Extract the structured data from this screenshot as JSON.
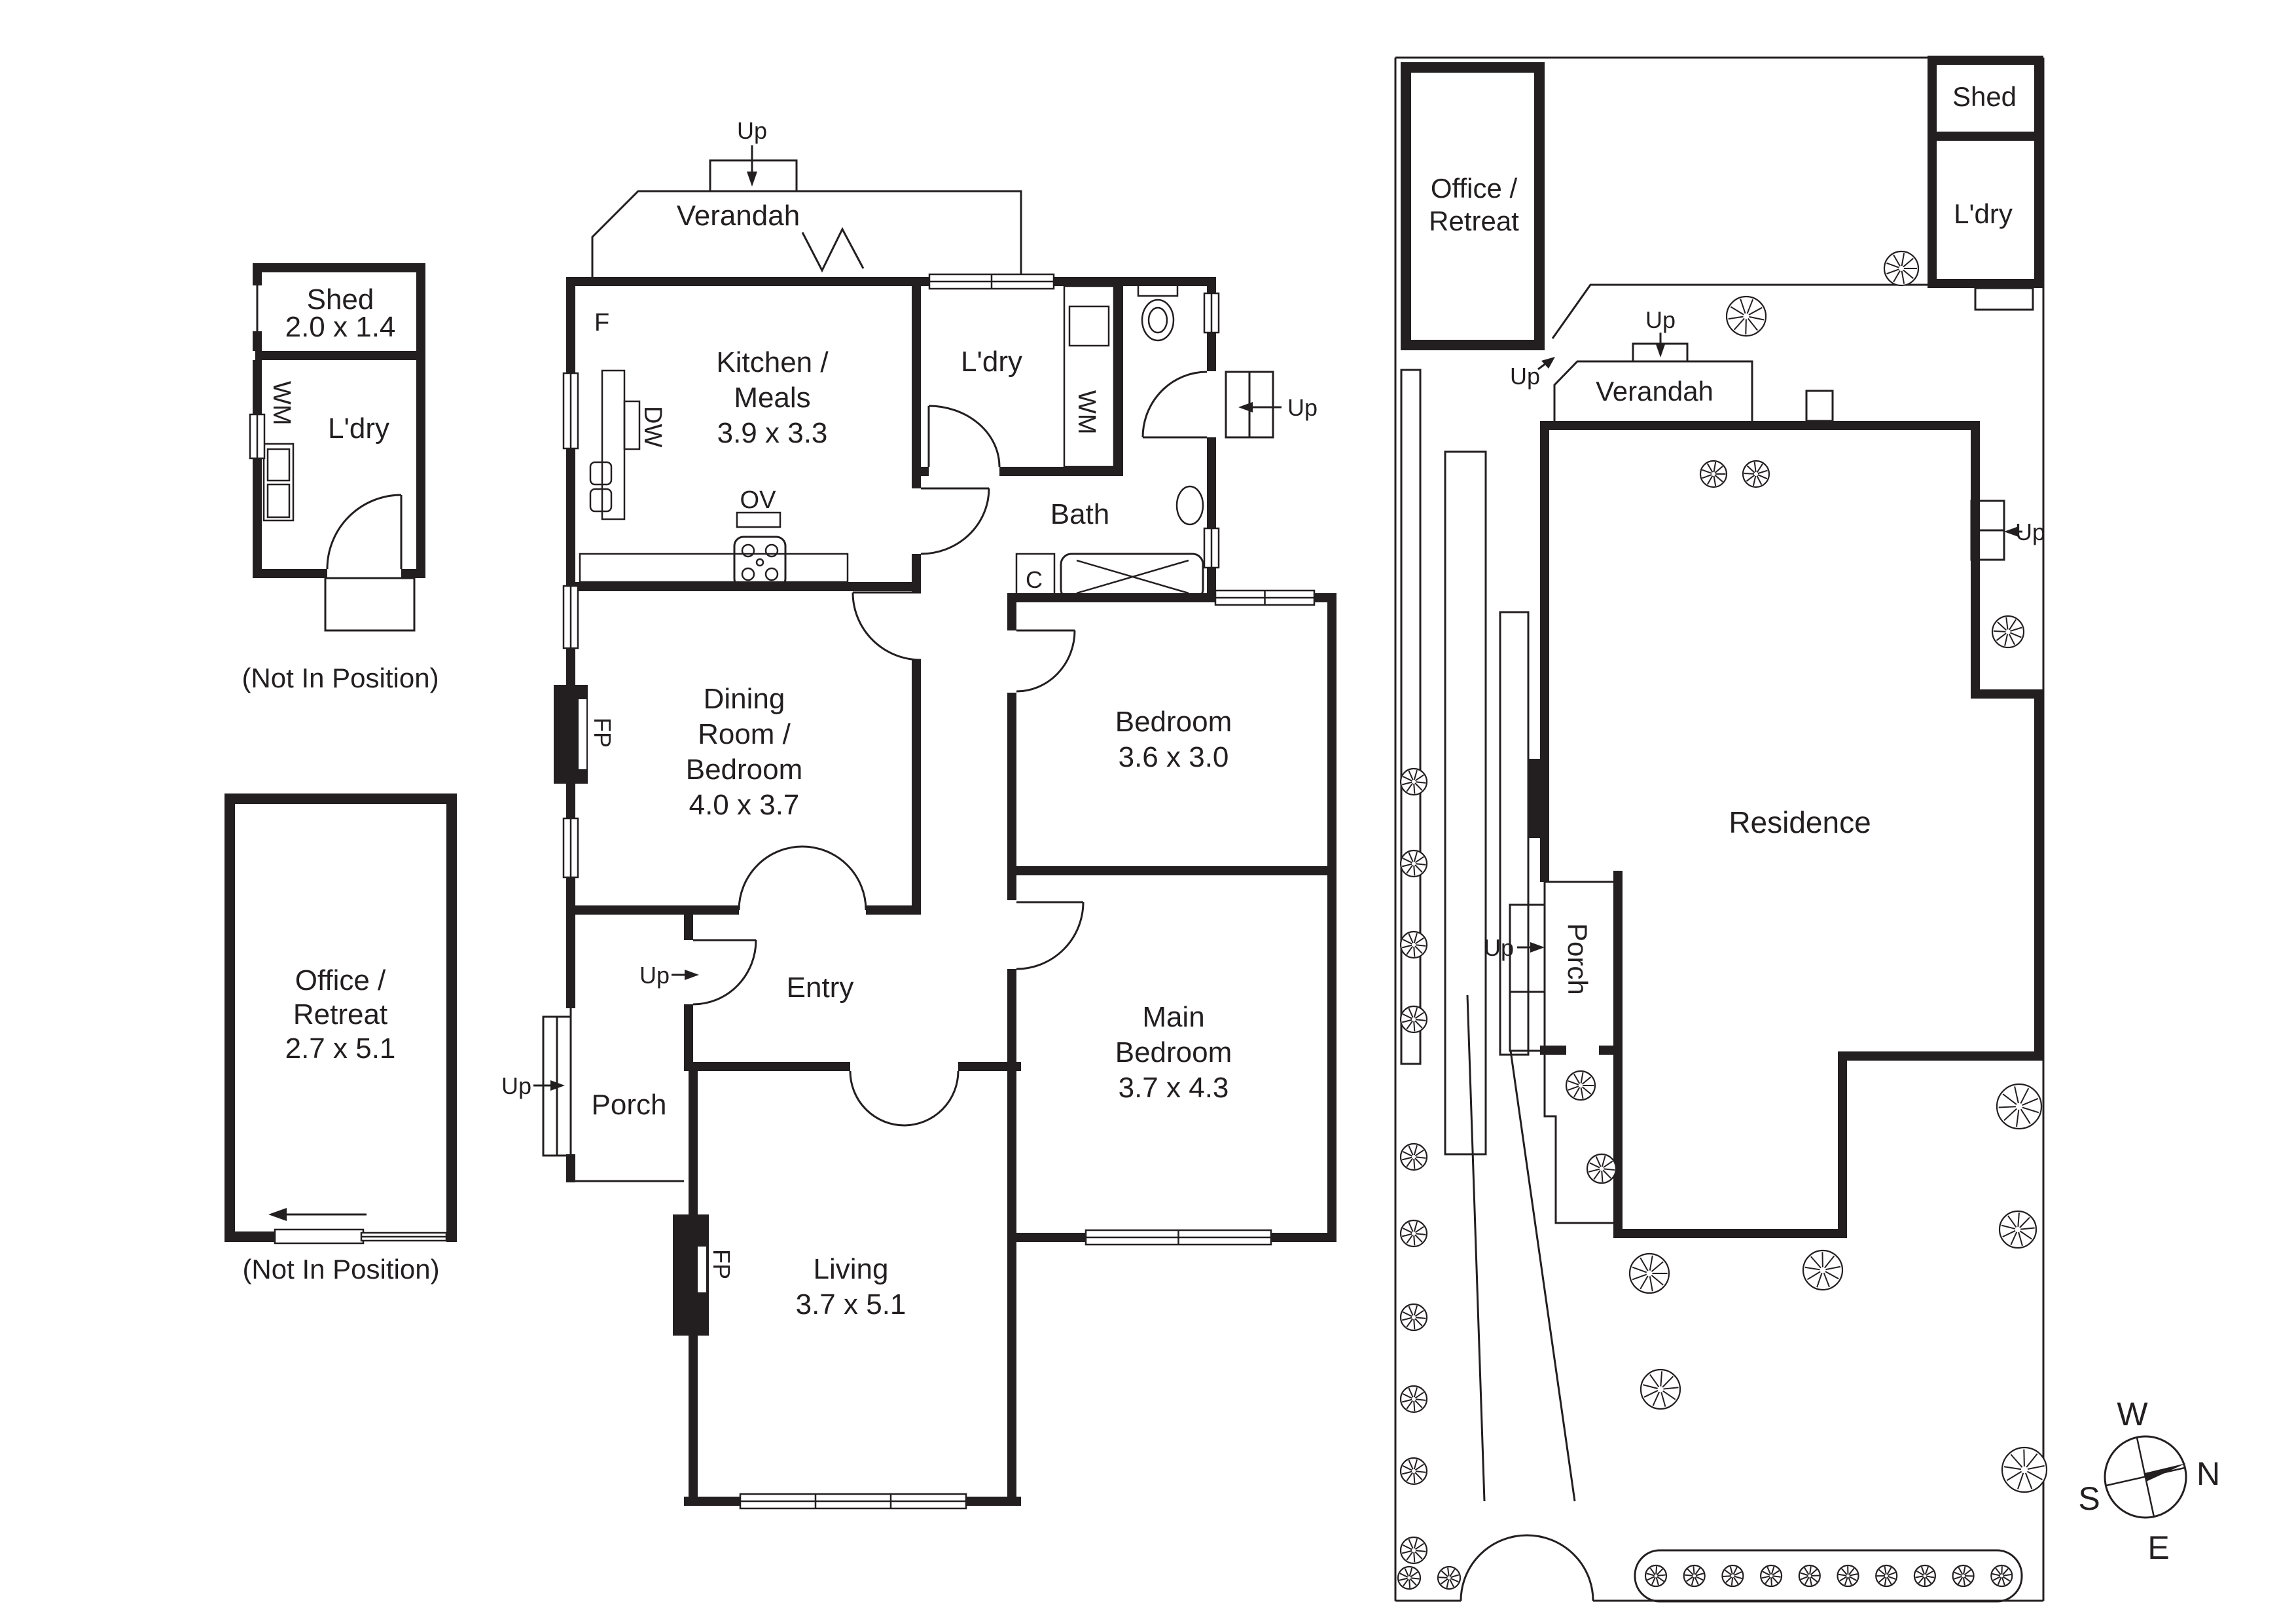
{
  "colors": {
    "ink": "#231f20",
    "bg": "#ffffff"
  },
  "floorplan": {
    "up_label": "Up",
    "not_in_position": "(Not In Position)",
    "detached": {
      "shed": "Shed",
      "shed_dims": "2.0 x 1.4",
      "ldry": "L'dry",
      "office_l1": "Office /",
      "office_l2": "Retreat",
      "office_dims": "2.7 x 5.1"
    },
    "main": {
      "verandah": "Verandah",
      "kitchen_l1": "Kitchen /",
      "kitchen_l2": "Meals",
      "kitchen_dims": "3.9 x 3.3",
      "ldry": "L'dry",
      "bath": "Bath",
      "dining_l1": "Dining",
      "dining_l2": "Room /",
      "dining_l3": "Bedroom",
      "dining_dims": "4.0 x 3.7",
      "bedroom": "Bedroom",
      "bedroom_dims": "3.6 x 3.0",
      "entry": "Entry",
      "porch": "Porch",
      "main_bedroom_l1": "Main",
      "main_bedroom_l2": "Bedroom",
      "main_bedroom_dims": "3.7 x 4.3",
      "living": "Living",
      "living_dims": "3.7 x 5.1",
      "fixture_f": "F",
      "fixture_dw": "DW",
      "fixture_ov": "OV",
      "fixture_wm": "WM",
      "fixture_fp": "FP",
      "fixture_c": "C"
    },
    "site": {
      "office_l1": "Office /",
      "office_l2": "Retreat",
      "shed": "Shed",
      "ldry": "L'dry",
      "verandah": "Verandah",
      "residence": "Residence",
      "porch": "Porch"
    },
    "compass": {
      "n": "N",
      "s": "S",
      "e": "E",
      "w": "W"
    }
  }
}
